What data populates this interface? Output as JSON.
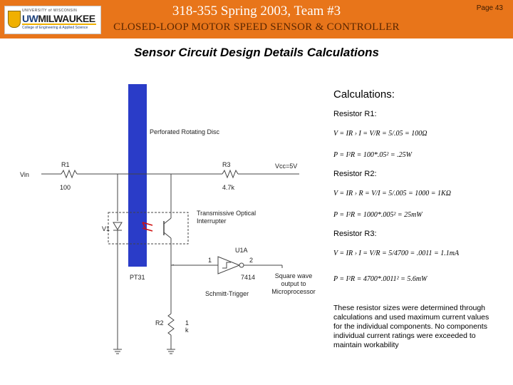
{
  "header": {
    "logo": {
      "line1": "UNIVERSITY of WISCONSIN",
      "uw": "UW",
      "milwaukee": "MILWAUKEE",
      "college": "College of Engineering & Applied Science"
    },
    "course": "318-355 Spring 2003, Team #3",
    "subtitle": "CLOSED-LOOP MOTOR SPEED SENSOR & CONTROLLER",
    "page": "Page 43",
    "color": "#e8751a"
  },
  "title": "Sensor Circuit Design Details Calculations",
  "circuit": {
    "disc_label": "Perforated Rotating Disc",
    "vin": "Vin",
    "r1_name": "R1",
    "r1_value": "100",
    "r3_name": "R3",
    "r3_value": "4.7k",
    "vcc": "Vcc=5V",
    "interrupter": "Transmissive Optical Interrupter",
    "pt_name": "PT31",
    "led_name": "V1",
    "pin1": "1",
    "pin2": "2",
    "u1a": "U1A",
    "ic": "7414",
    "schmitt": "Schmitt-Trigger",
    "output": "Square wave output to Microprocessor",
    "r2_name": "R2",
    "r2_value": "1 k",
    "disc_color": "#2a3cc8"
  },
  "calc": {
    "heading": "Calculations:",
    "r1": {
      "label": "Resistor R1:",
      "eq1": "V = IR  ›  I = V/R = 5/.05 = 100Ω",
      "eq2": "P = I²R = 100*.05² = .25W"
    },
    "r2": {
      "label": "Resistor R2:",
      "eq1": "V = IR  ›  R = V/I = 5/.005 = 1000 = 1KΩ",
      "eq2": "P = I²R = 1000*.005² = 25mW"
    },
    "r3": {
      "label": "Resistor R3:",
      "eq1": "V = IR  ›  I = V/R = 5/4700 = .0011 = 1.1mA",
      "eq2": "P = I²R = 4700*.0011² = 5.6mW"
    },
    "note": "These resistor sizes were determined through calculations and used maximum current values for the individual components. No components individual current ratings were exceeded to maintain workability"
  }
}
